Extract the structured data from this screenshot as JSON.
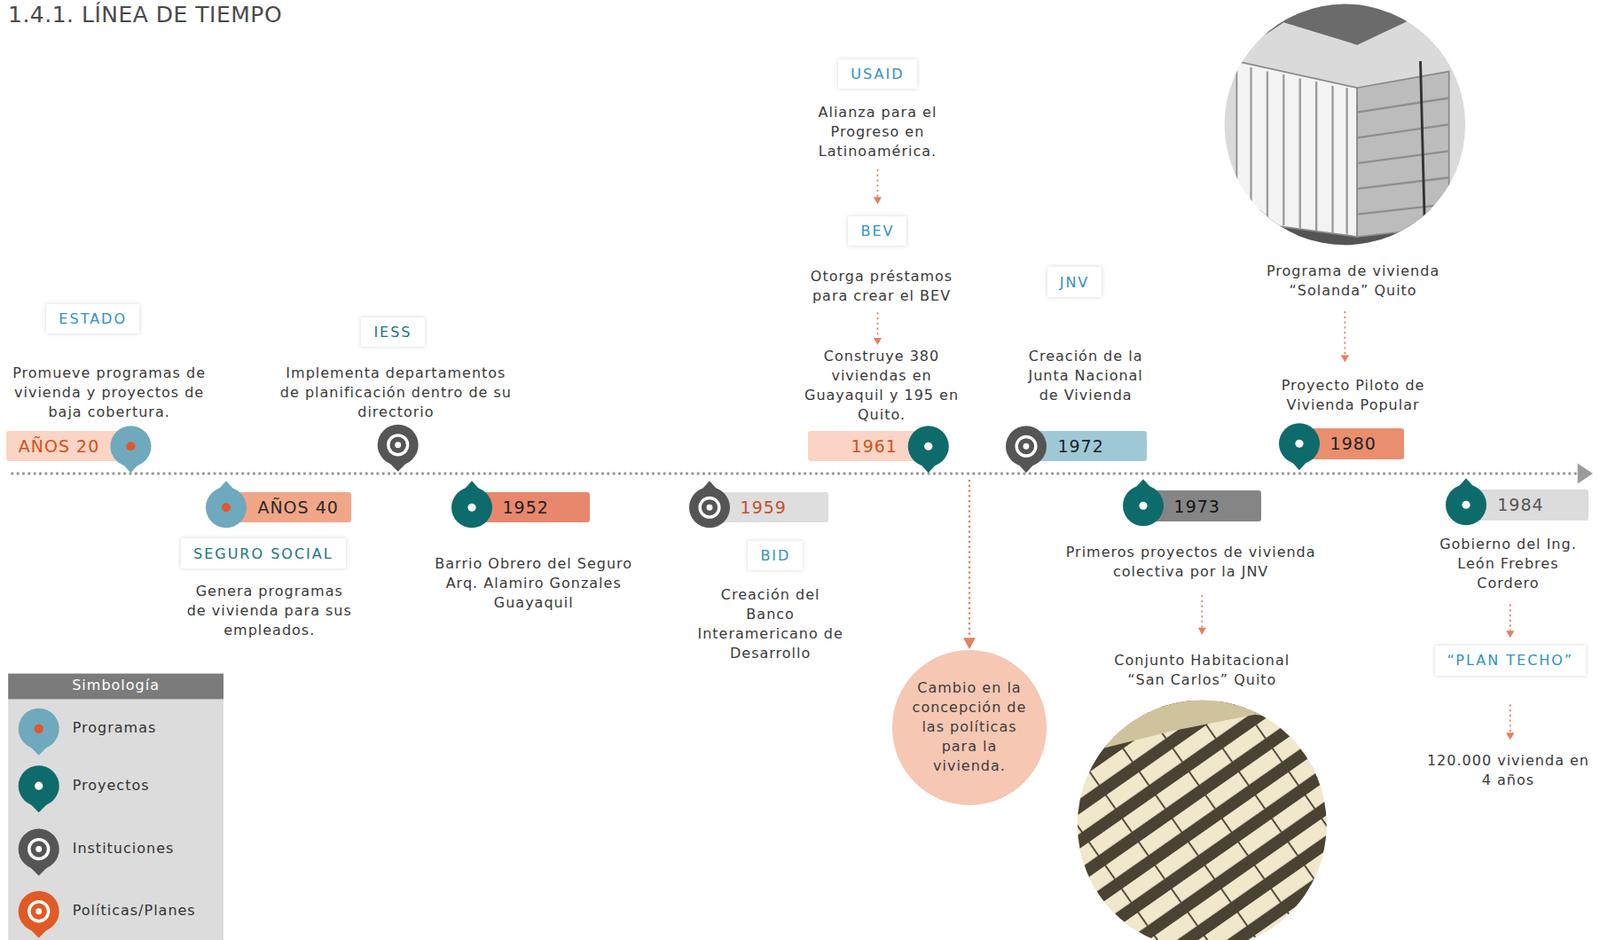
{
  "diagram": {
    "title": "1.4.1. LÍNEA DE TIEMPO",
    "nodes": [
      {
        "text": [
          "ESTADO"
        ]
      },
      {
        "text": [
          "AÑOS 20"
        ]
      },
      {
        "text": [
          "AÑOS 40"
        ]
      },
      {
        "text": [
          "SEGURO SOCIAL"
        ]
      },
      {
        "text": [
          "IESS"
        ]
      },
      {
        "text": [
          "1952"
        ]
      },
      {
        "text": [
          "1959"
        ]
      },
      {
        "text": [
          "BID"
        ]
      },
      {
        "text": [
          "USAID"
        ]
      },
      {
        "text": [
          "BEV"
        ]
      },
      {
        "text": [
          "1961"
        ]
      },
      {
        "text": [
          "Cambio en la concepción de las políticas para la vivienda."
        ]
      },
      {
        "text": [
          "JNV"
        ]
      },
      {
        "text": [
          "1972"
        ]
      },
      {
        "text": [
          "1973"
        ]
      },
      {
        "text": [
          "1980"
        ]
      },
      {
        "text": [
          "1984"
        ]
      },
      {
        "text": [
          "“PLAN TECHO”"
        ]
      }
    ],
    "labels": [
      "Promueve programas de vivienda y proyectos de baja cobertura.",
      "Genera programas de vivienda para sus empleados.",
      "Implementa departamentos de planificación dentro de su directorio",
      "Barrio Obrero del Seguro Arq. Alamiro Gonzales Guayaquil",
      "Creación del Banco Interamericano de Desarrollo",
      "Alianza para el Progreso en Latinoamérica.",
      "Otorga préstamos para crear el BEV",
      "Construye 380 viviendas en Guayaquil y 195 en Quito.",
      "Creación de la Junta Nacional de Vivienda",
      "Primeros proyectos de vivienda colectiva por la JNV",
      "Conjunto Habitacional “San Carlos” Quito",
      "Programa de vivienda “Solanda” Quito",
      "Proyecto Piloto de Vivienda Popular",
      "Gobierno del Ing. León Frebres Cordero",
      "120.000 vivienda en 4 años",
      "Simbología"
    ],
    "legend": [
      {
        "text": "Programas"
      },
      {
        "text": "Proyectos"
      },
      {
        "text": "Instituciones"
      },
      {
        "text": "Políticas/Planes"
      }
    ]
  }
}
